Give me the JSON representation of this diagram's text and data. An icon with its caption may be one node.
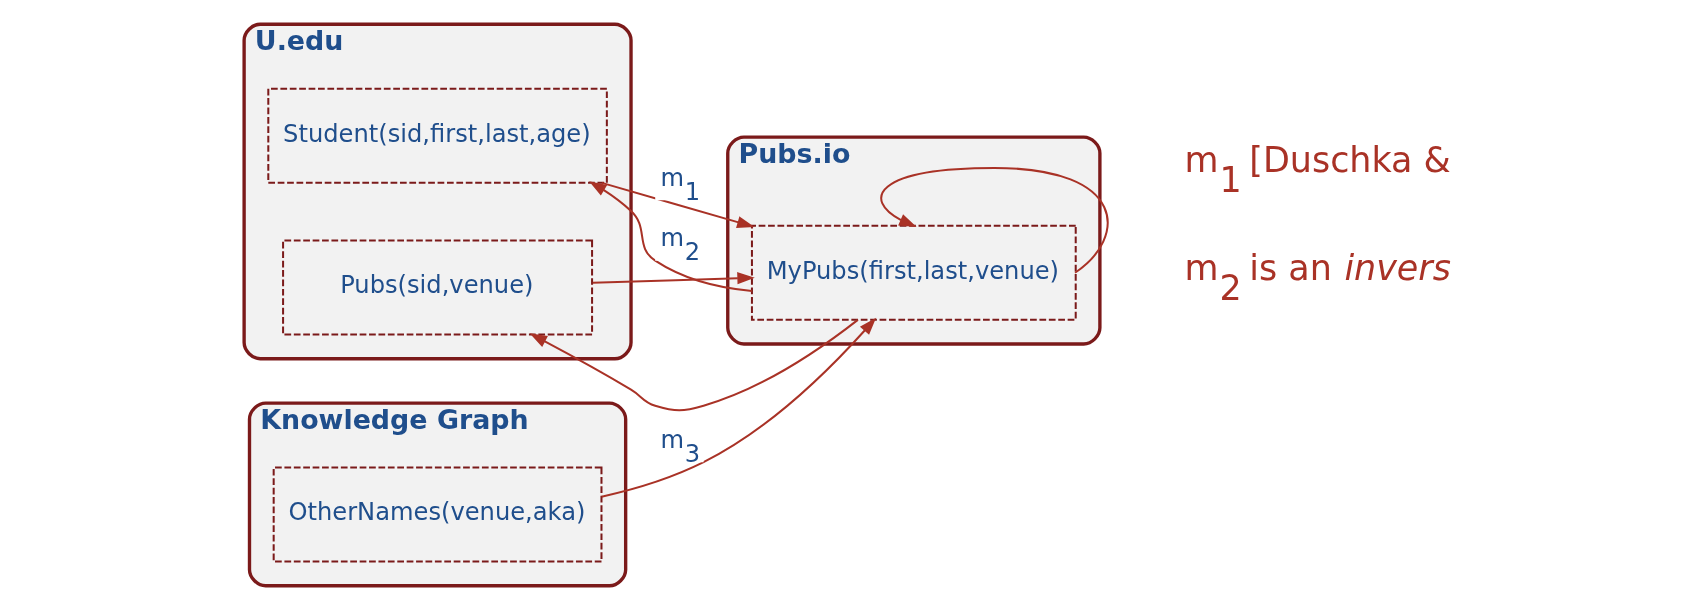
{
  "diagram": {
    "nodes": [
      {
        "text": [
          "U.edu"
        ]
      },
      {
        "text": [
          "Student(sid,first,last,age)"
        ],
        "in": 0
      },
      {
        "text": [
          "Pubs(sid,venue)"
        ],
        "in": 0
      },
      {
        "text": [
          "Pubs.io"
        ]
      },
      {
        "text": [
          "MyPubs(first,last,venue)"
        ],
        "in": 3
      },
      {
        "text": [
          "Knowledge Graph"
        ]
      },
      {
        "text": [
          "OtherNames(venue,aka)"
        ],
        "in": 5
      }
    ],
    "edges": [
      {
        "from": 1,
        "to": 4,
        "arrow": "to",
        "label": "m$_{1}$"
      },
      {
        "from": 2,
        "to": 4,
        "arrow": "to"
      },
      {
        "from": 4,
        "to": 1,
        "arrow": "to",
        "label": "m$_{2}$"
      },
      {
        "from": 4,
        "to": 2,
        "arrow": "to"
      },
      {
        "from": 6,
        "to": 4,
        "arrow": "to",
        "label": "m$_{3}$"
      },
      {
        "from": 3,
        "to": 4,
        "arrow": "to"
      }
    ],
    "labels": [
      "m$_{2}$ is an *invers*",
      "m$_{1}$ [Duschka &"
    ]
  }
}
